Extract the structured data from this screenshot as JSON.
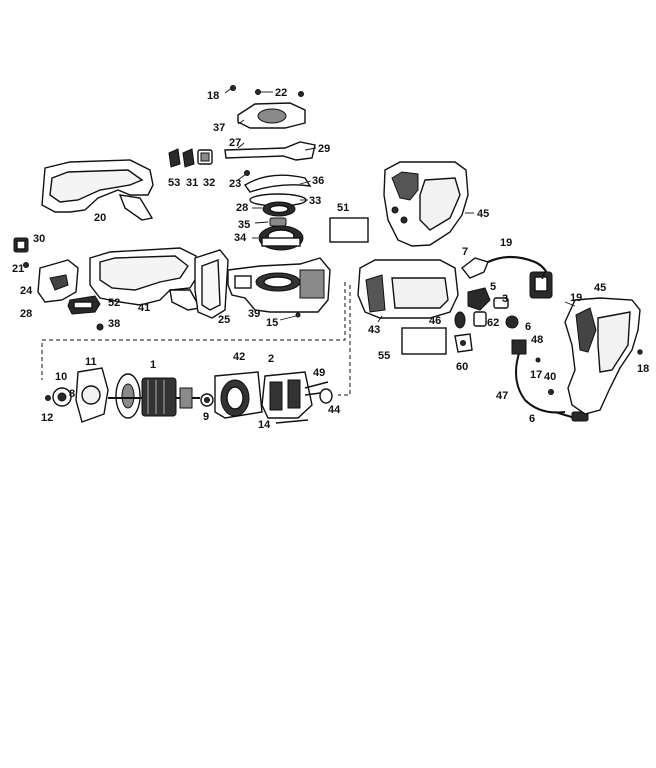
{
  "diagram": {
    "callouts": [
      {
        "id": "c18a",
        "text": "18"
      },
      {
        "id": "c22",
        "text": "22"
      },
      {
        "id": "c37",
        "text": "37"
      },
      {
        "id": "c27",
        "text": "27"
      },
      {
        "id": "c29",
        "text": "29"
      },
      {
        "id": "c23",
        "text": "23"
      },
      {
        "id": "c53",
        "text": "53"
      },
      {
        "id": "c31",
        "text": "31"
      },
      {
        "id": "c32",
        "text": "32"
      },
      {
        "id": "c36",
        "text": "36"
      },
      {
        "id": "c28a",
        "text": "28"
      },
      {
        "id": "c33",
        "text": "33"
      },
      {
        "id": "c35",
        "text": "35"
      },
      {
        "id": "c34",
        "text": "34"
      },
      {
        "id": "c20",
        "text": "20"
      },
      {
        "id": "c51",
        "text": "51"
      },
      {
        "id": "c45a",
        "text": "45"
      },
      {
        "id": "c30",
        "text": "30"
      },
      {
        "id": "c21",
        "text": "21"
      },
      {
        "id": "c24",
        "text": "24"
      },
      {
        "id": "c28b",
        "text": "28"
      },
      {
        "id": "c52",
        "text": "52"
      },
      {
        "id": "c38",
        "text": "38"
      },
      {
        "id": "c41",
        "text": "41"
      },
      {
        "id": "c25",
        "text": "25"
      },
      {
        "id": "c39",
        "text": "39"
      },
      {
        "id": "c15",
        "text": "15"
      },
      {
        "id": "c7a",
        "text": "7"
      },
      {
        "id": "c19a",
        "text": "19"
      },
      {
        "id": "c43",
        "text": "43"
      },
      {
        "id": "c5",
        "text": "5"
      },
      {
        "id": "c3",
        "text": "3"
      },
      {
        "id": "c7b",
        "text": "7"
      },
      {
        "id": "c19b",
        "text": "19"
      },
      {
        "id": "c45b",
        "text": "45"
      },
      {
        "id": "c46",
        "text": "46"
      },
      {
        "id": "c62",
        "text": "62"
      },
      {
        "id": "c6a",
        "text": "6"
      },
      {
        "id": "c55",
        "text": "55"
      },
      {
        "id": "c60",
        "text": "60"
      },
      {
        "id": "c48",
        "text": "48"
      },
      {
        "id": "c17",
        "text": "17"
      },
      {
        "id": "c18b",
        "text": "18"
      },
      {
        "id": "c47",
        "text": "47"
      },
      {
        "id": "c40",
        "text": "40"
      },
      {
        "id": "c6b",
        "text": "6"
      },
      {
        "id": "c11",
        "text": "11"
      },
      {
        "id": "c1",
        "text": "1"
      },
      {
        "id": "c42",
        "text": "42"
      },
      {
        "id": "c2",
        "text": "2"
      },
      {
        "id": "c49",
        "text": "49"
      },
      {
        "id": "c10",
        "text": "10"
      },
      {
        "id": "c8",
        "text": "8"
      },
      {
        "id": "c12",
        "text": "12"
      },
      {
        "id": "c9",
        "text": "9"
      },
      {
        "id": "c44",
        "text": "44"
      },
      {
        "id": "c14",
        "text": "14"
      }
    ]
  }
}
